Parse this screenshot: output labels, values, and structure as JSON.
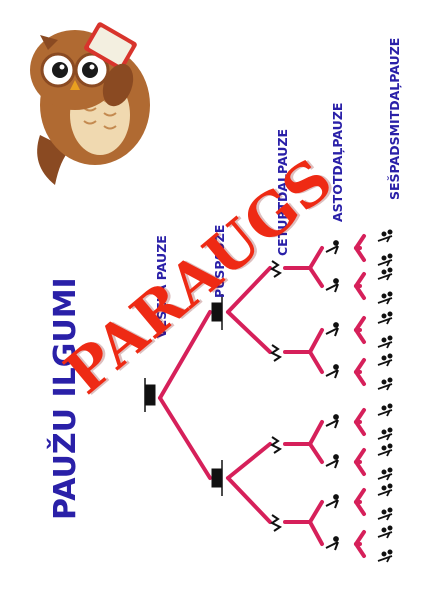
{
  "title": "PAUŽU ILGUMI",
  "watermark": "PARAUGS",
  "levels": [
    {
      "id": "whole",
      "label": "VESELA PAUZE"
    },
    {
      "id": "half",
      "label": "PUSPAUZE"
    },
    {
      "id": "quarter",
      "label": "CETURTDAĻPAUZE"
    },
    {
      "id": "eighth",
      "label": "ASTOTDAĻPAUZE"
    },
    {
      "id": "sixteenth",
      "label": "SEŠPADSMITDAĻPAUZE"
    }
  ],
  "colors": {
    "title": "#2a20a8",
    "tree": "#d6205a",
    "watermark": "#ee2a14",
    "ink": "#111111"
  },
  "icons": {
    "mascot": "owl-with-book-icon"
  }
}
